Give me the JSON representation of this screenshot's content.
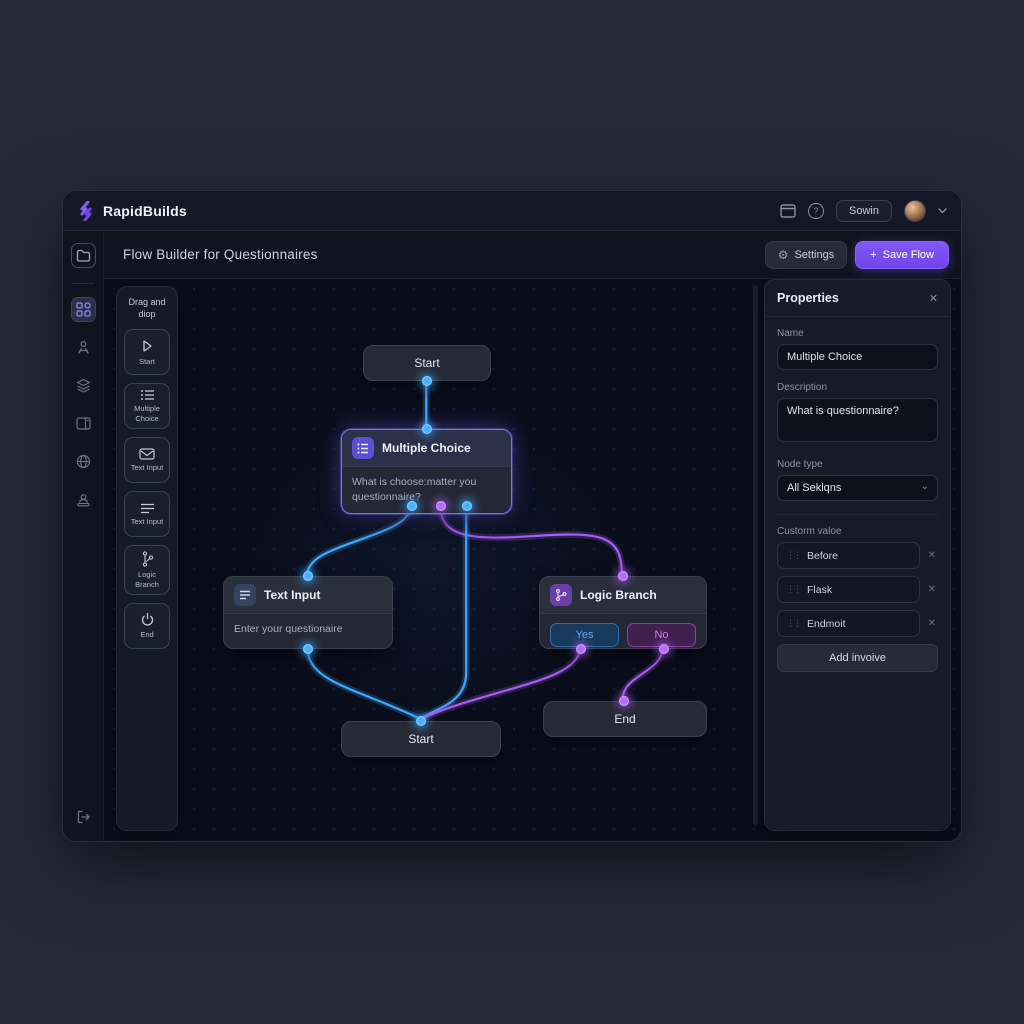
{
  "topbar": {
    "brand": "RapidBuilds",
    "user_button": "Sowin"
  },
  "header": {
    "title": "Flow Builder for Questionnaires",
    "settings": "Settings",
    "save_plus": "+",
    "save": "Save Flow"
  },
  "palette": {
    "title": "Drag and diop",
    "items": [
      {
        "label": "Start"
      },
      {
        "label": "Multiple Choice"
      },
      {
        "label": "Text Input"
      },
      {
        "label": "Text Input"
      },
      {
        "label": "Logic Branch"
      },
      {
        "label": "End"
      }
    ]
  },
  "canvas": {
    "start_top": {
      "label": "Start"
    },
    "multiple_choice": {
      "title": "Multiple Choice",
      "body": "What is choose:matter you questionnaire?"
    },
    "text_input": {
      "title": "Text Input",
      "body": "Enter your questionaire"
    },
    "logic_branch": {
      "title": "Logic Branch",
      "yes": "Yes",
      "no": "No"
    },
    "start_bottom": {
      "label": "Start"
    },
    "end": {
      "label": "End"
    }
  },
  "properties": {
    "title": "Properties",
    "name_label": "Name",
    "name_value": "Multiple Choice",
    "description_label": "Description",
    "description_value": "What is questionnaire?",
    "node_type_label": "Node type",
    "node_type_value": "All Seklqns",
    "custom_label": "Custorm valoe",
    "custom_values": [
      {
        "label": "Before"
      },
      {
        "label": "Flask"
      },
      {
        "label": "Endmoit"
      }
    ],
    "add_button": "Add invoive"
  },
  "icons": {
    "gear": "⚙",
    "question": "?",
    "close": "✕",
    "chevron_down": "⌄",
    "drag_handle": "⋮⋮"
  },
  "colors": {
    "accent_purple": "#7c52f0",
    "edge_blue": "#3fa9ff",
    "edge_purple": "#a85cf2",
    "canvas_bg": "#0a0e1b",
    "panel_bg": "#171b28"
  }
}
